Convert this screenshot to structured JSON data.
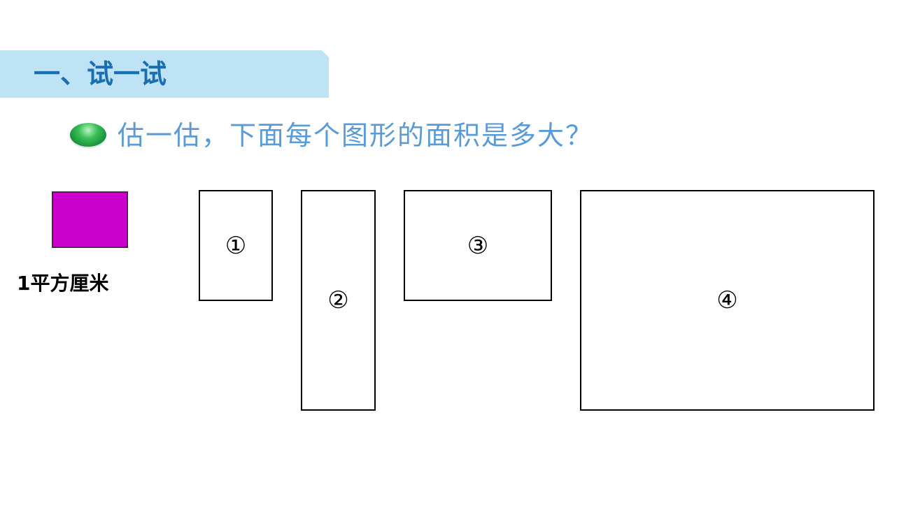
{
  "section": {
    "title": "一、试一试"
  },
  "question": {
    "text": "估一估，下面每个图形的面积是多大？"
  },
  "unit": {
    "label": "1平方厘米",
    "color": "#cc00cc"
  },
  "shapes": [
    {
      "label": "①"
    },
    {
      "label": "②"
    },
    {
      "label": "③"
    },
    {
      "label": "④"
    }
  ],
  "colors": {
    "banner_bg": "#bde3f4",
    "title_text": "#1a6fb3",
    "question_text": "#5b9bd5",
    "bullet": "#15903a"
  }
}
